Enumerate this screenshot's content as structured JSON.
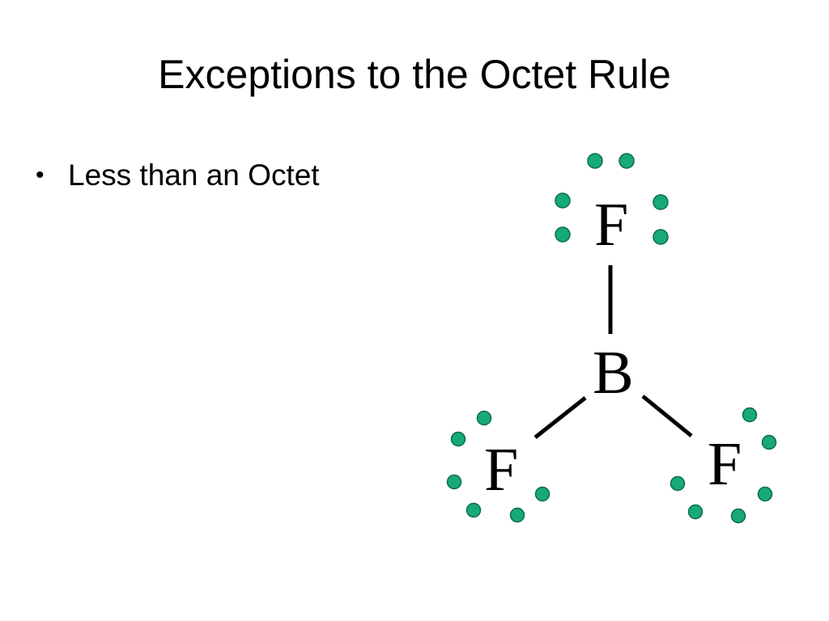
{
  "slide": {
    "title": "Exceptions to the Octet Rule",
    "bullets": [
      {
        "marker": "•",
        "text": "Less than an Octet"
      }
    ]
  },
  "diagram": {
    "central_atom": "B",
    "outer_atoms": [
      "F",
      "F",
      "F"
    ],
    "bond_count": 3,
    "lone_electrons_per_fluorine": 6,
    "electron_color": "#17a979"
  }
}
